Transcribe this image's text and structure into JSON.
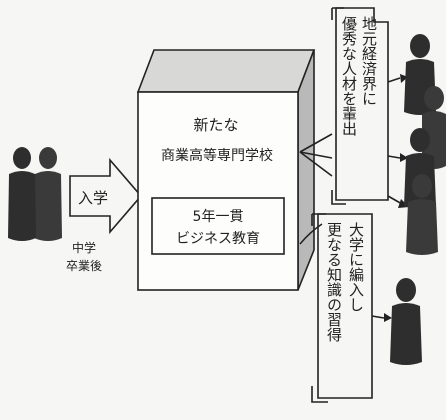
{
  "arrow_label": "入学",
  "origin": {
    "line1": "中学",
    "line2": "卒業後"
  },
  "school": {
    "line1": "新たな",
    "line2": "商業高等専門学校",
    "program_line1": "5年一貫",
    "program_line2": "ビジネス教育"
  },
  "outcome_top": {
    "col1": "地元経済界に",
    "col2": "優秀な人材を輩出"
  },
  "outcome_bottom": {
    "col1": "大学に編入し",
    "col2": "更なる知識の習得"
  },
  "colors": {
    "ink": "#222222",
    "paper": "#f6f6f4",
    "box_shade": "#b9b9b9",
    "person": "#3a3a3a"
  }
}
